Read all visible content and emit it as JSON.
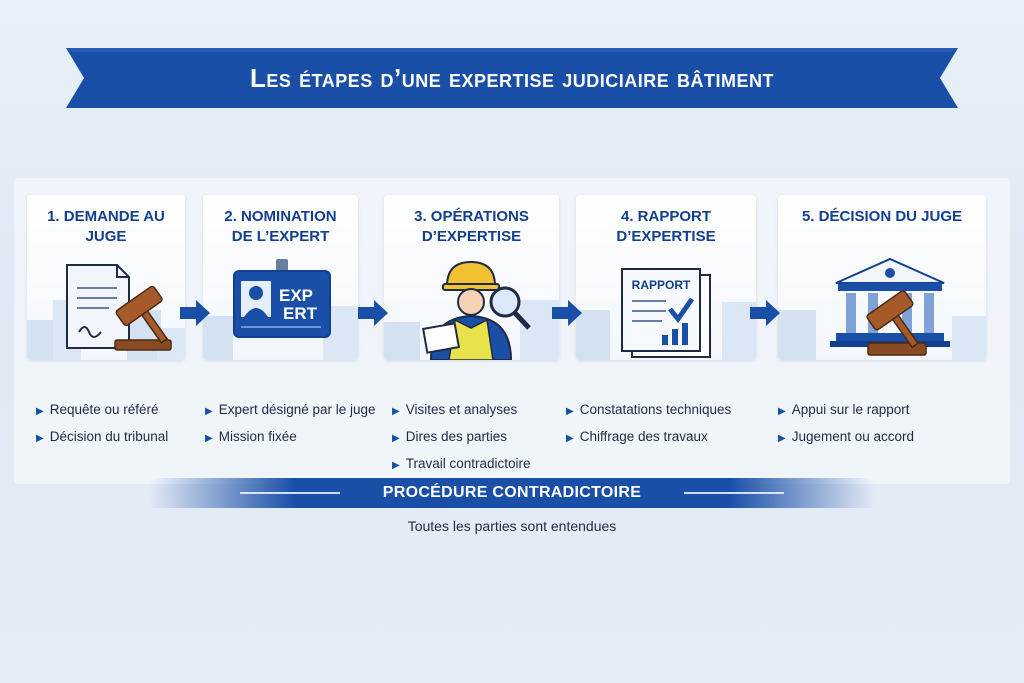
{
  "title": "Les étapes d’une expertise judiciaire bâtiment",
  "colors": {
    "primary": "#1a4fa8",
    "title_text": "#123f8e",
    "background": "#e4ecf6"
  },
  "steps": [
    {
      "title_line1": "1. Demande au juge",
      "title_line2": "",
      "icon": "gavel-document-icon",
      "bullets": [
        "Requête ou référé",
        "Décision du tribunal"
      ]
    },
    {
      "title_line1": "2. Nomination",
      "title_line2": "de l’expert",
      "icon": "expert-badge-icon",
      "badge_text_1": "EXP",
      "badge_text_2": "ERT",
      "bullets": [
        "Expert désigné par le juge",
        "Mission fixée"
      ]
    },
    {
      "title_line1": "3. Opérations",
      "title_line2": "d’expertise",
      "icon": "inspector-magnifier-icon",
      "bullets": [
        "Visites et analyses",
        "Dires des parties",
        "Travail contradictoire"
      ]
    },
    {
      "title_line1": "4. Rapport",
      "title_line2": "d’expertise",
      "icon": "report-document-icon",
      "report_label": "RAPPORT",
      "bullets": [
        "Constatations techniques",
        "Chiffrage des travaux"
      ]
    },
    {
      "title_line1": "5. Décision du juge",
      "title_line2": "",
      "icon": "courthouse-gavel-icon",
      "bullets": [
        "Appui sur le rapport",
        "Jugement ou accord"
      ]
    }
  ],
  "procedure": {
    "label": "Procédure contradictoire",
    "subtitle": "Toutes les parties sont entendues"
  }
}
